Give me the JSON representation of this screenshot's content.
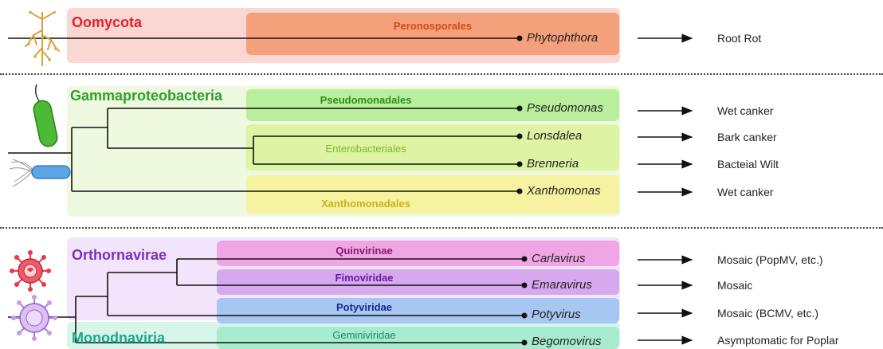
{
  "groups": {
    "oomycota": {
      "title": "Oomycota",
      "color": "#e8202a",
      "orders": [
        {
          "label": "Peronosporales",
          "color": "#d24a18"
        }
      ],
      "taxa": [
        {
          "genus": "Phytophthora",
          "disease": "Root Rot"
        }
      ]
    },
    "gammaproteobacteria": {
      "title": "Gammaproteobacteria",
      "color": "#2f9e2f",
      "orders": [
        {
          "label": "Pseudomonadales",
          "color": "#2e8b1e"
        },
        {
          "label": "Enterobacteriales",
          "color": "#7cb82a"
        },
        {
          "label": "Xanthomonadales",
          "color": "#c5b51a"
        }
      ],
      "taxa": [
        {
          "genus": "Pseudomonas",
          "disease": "Wet canker"
        },
        {
          "genus": "Lonsdalea",
          "disease": "Bark canker"
        },
        {
          "genus": "Brenneria",
          "disease": "Bacteial Wilt"
        },
        {
          "genus": "Xanthomonas",
          "disease": "Wet canker"
        }
      ]
    },
    "viruses": {
      "title_orthornavirae": "Orthornavirae",
      "title_monodnaviria": "Monodnaviria",
      "color_orthornavirae": "#7b2fbf",
      "color_monodnaviria": "#1aa88a",
      "orders": [
        {
          "label": "Quinvirinae",
          "color": "#8a1a6a"
        },
        {
          "label": "Fimoviridae",
          "color": "#6a1aa8"
        },
        {
          "label": "Potyviridae",
          "color": "#1a2a8a"
        },
        {
          "label": "Geminiviridae",
          "color": "#1a8a6a"
        }
      ],
      "taxa": [
        {
          "genus": "Carlavirus",
          "disease": "Mosaic (PopMV, etc.)"
        },
        {
          "genus": "Emaravirus",
          "disease": "Mosaic"
        },
        {
          "genus": "Potyvirus",
          "disease": "Mosaic (BCMV, etc.)"
        },
        {
          "genus": "Begomovirus",
          "disease": "Asymptomatic for Poplar"
        }
      ]
    }
  },
  "icons": [
    "oomycete-hyphae-icon",
    "rod-bacterium-icon",
    "flagellated-bacterium-icon",
    "spiked-virus-icon",
    "enveloped-virus-icon"
  ]
}
